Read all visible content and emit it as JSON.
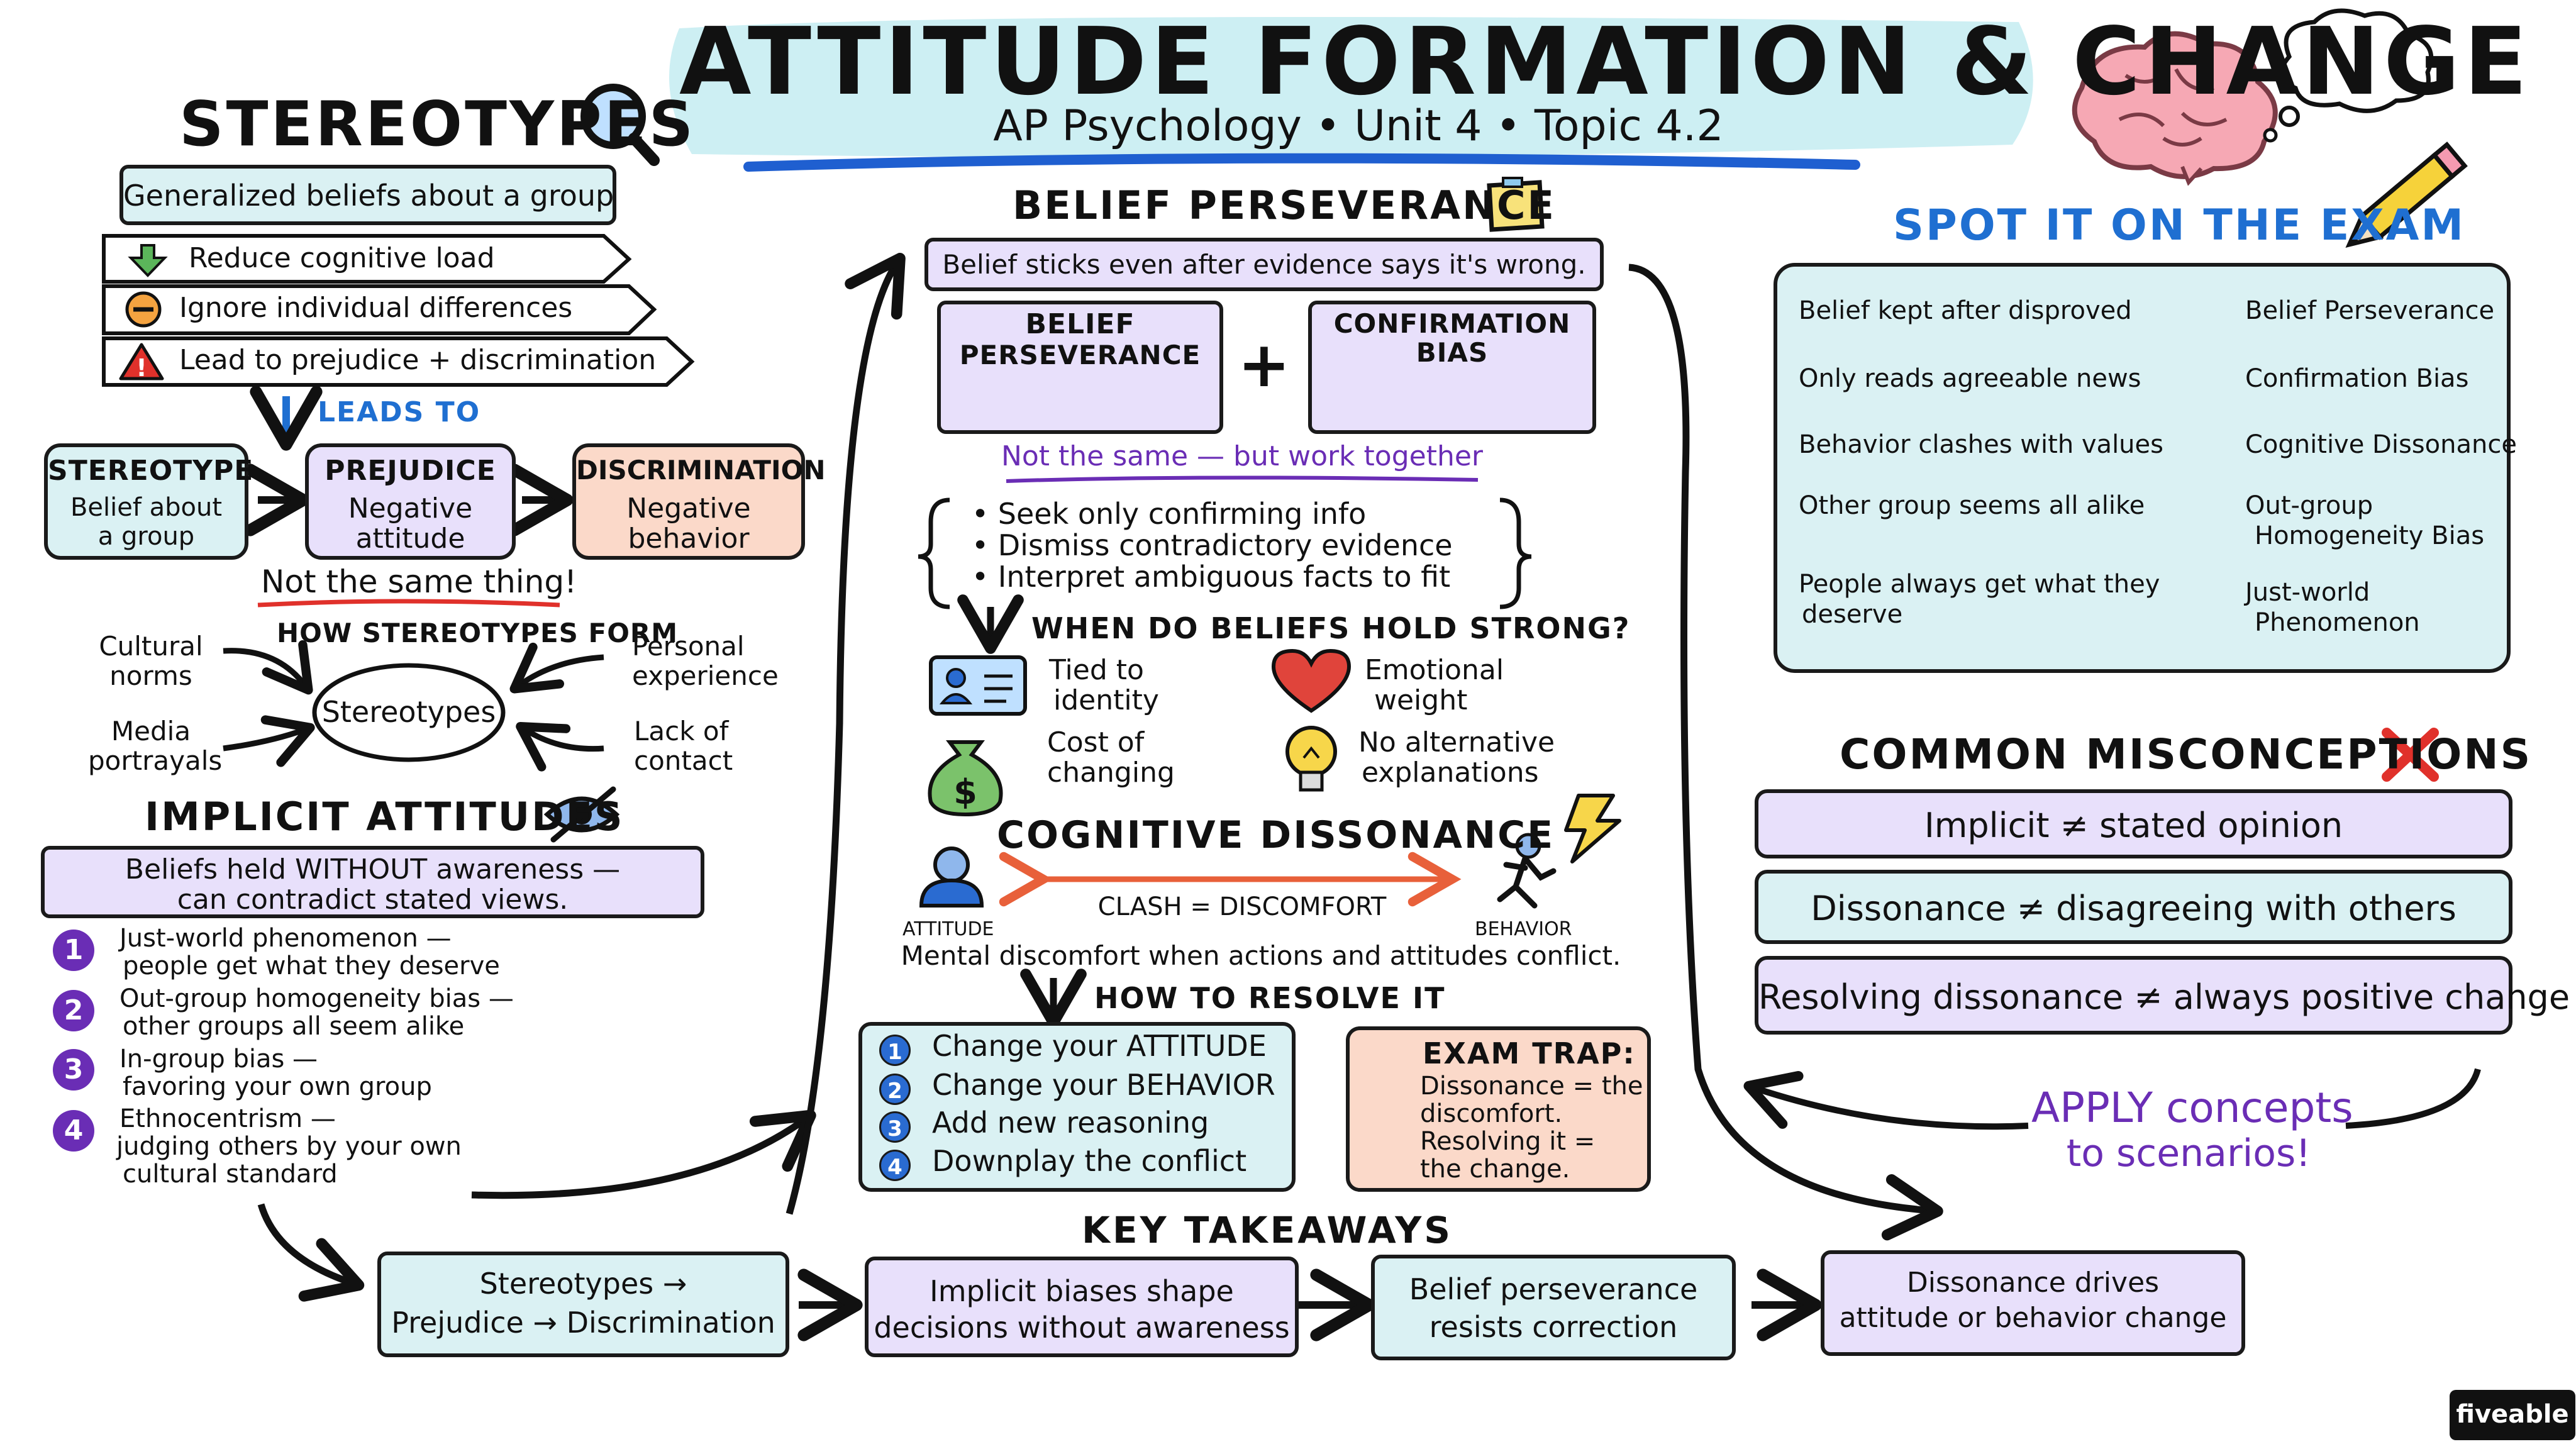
{
  "header": {
    "title": "ATTITUDE FORMATION & CHANGE",
    "subtitle": "AP Psychology • Unit 4 • Topic 4.2"
  },
  "stereotypes": {
    "heading": "STEREOTYPES",
    "definition": "Generalized beliefs about a group",
    "effects": [
      "Reduce cognitive load",
      "Ignore individual differences",
      "Lead to prejudice + discrimination"
    ],
    "leads_to": "LEADS TO",
    "chain": [
      {
        "title": "STEREOTYPE",
        "line1": "Belief about",
        "line2": "a group"
      },
      {
        "title": "PREJUDICE",
        "line1": "Negative",
        "line2": "attitude"
      },
      {
        "title": "DISCRIMINATION",
        "line1": "Negative",
        "line2": "behavior"
      }
    ],
    "not_same": "Not the same thing!",
    "how_form_heading": "HOW STEREOTYPES FORM",
    "center_label": "Stereotypes",
    "sources": {
      "cultural": [
        "Cultural",
        "norms"
      ],
      "personal": [
        "Personal",
        "experience"
      ],
      "media": [
        "Media",
        "portrayals"
      ],
      "contact": [
        "Lack of",
        "contact"
      ]
    }
  },
  "implicit": {
    "heading": "IMPLICIT ATTITUDES",
    "definition_line1": "Beliefs held WITHOUT awareness —",
    "definition_line2": "can contradict stated views.",
    "items": [
      {
        "num": "1",
        "line1": "Just-world phenomenon —",
        "line2": "people get what they deserve"
      },
      {
        "num": "2",
        "line1": "Out-group homogeneity bias —",
        "line2": "other groups all seem alike"
      },
      {
        "num": "3",
        "line1": "In-group bias —",
        "line2": "favoring your own group"
      },
      {
        "num": "4",
        "line1": "Ethnocentrism —",
        "line2": "judging others by your own",
        "line3": "cultural standard"
      }
    ]
  },
  "belief": {
    "heading": "BELIEF PERSEVERANCE",
    "definition": "Belief sticks even after evidence says it's wrong.",
    "box1_line1": "BELIEF",
    "box1_line2": "PERSEVERANCE",
    "plus": "+",
    "box2_line1": "CONFIRMATION",
    "box2_line2": "BIAS",
    "together": "Not the same — but work together",
    "bullets": [
      "Seek only confirming info",
      "Dismiss contradictory evidence",
      "Interpret ambiguous facts to fit"
    ],
    "strong_heading": "WHEN DO BELIEFS HOLD STRONG?",
    "factors": {
      "identity": [
        "Tied to",
        "identity"
      ],
      "emotional": [
        "Emotional",
        "weight"
      ],
      "cost": [
        "Cost of",
        "changing"
      ],
      "alternative": [
        "No alternative",
        "explanations"
      ]
    }
  },
  "dissonance": {
    "heading": "COGNITIVE DISSONANCE",
    "attitude_label": "ATTITUDE",
    "behavior_label": "BEHAVIOR",
    "clash": "CLASH = DISCOMFORT",
    "definition": "Mental discomfort when actions and attitudes conflict.",
    "resolve_heading": "HOW TO RESOLVE IT",
    "resolve_steps": [
      {
        "num": "1",
        "text": "Change your ATTITUDE"
      },
      {
        "num": "2",
        "text": "Change your BEHAVIOR"
      },
      {
        "num": "3",
        "text": "Add new reasoning"
      },
      {
        "num": "4",
        "text": "Downplay the conflict"
      }
    ],
    "trap_title": "EXAM TRAP:",
    "trap_lines": [
      "Dissonance = the",
      "discomfort.",
      "Resolving it =",
      "the change."
    ]
  },
  "spot": {
    "heading": "SPOT IT ON THE EXAM",
    "rows": [
      {
        "clue": "Belief kept after disproved",
        "answer": "Belief Perseverance"
      },
      {
        "clue": "Only reads agreeable news",
        "answer": "Confirmation Bias"
      },
      {
        "clue": "Behavior clashes with values",
        "answer": "Cognitive Dissonance"
      },
      {
        "clue": "Other group seems all alike",
        "answer": "Out-group",
        "answer2": "Homogeneity Bias"
      },
      {
        "clue": "People always get what they",
        "clue2": "deserve",
        "answer": "Just-world",
        "answer2": "Phenomenon"
      }
    ],
    "arrow": "→"
  },
  "misconceptions": {
    "heading": "COMMON MISCONCEPTIONS",
    "items": [
      "Implicit ≠ stated opinion",
      "Dissonance ≠ disagreeing with others",
      "Resolving dissonance ≠ always positive change"
    ]
  },
  "apply": {
    "line1": "APPLY concepts",
    "line2": "to scenarios!"
  },
  "takeaways": {
    "heading": "KEY TAKEAWAYS",
    "items": [
      {
        "line1": "Stereotypes →",
        "line2": "Prejudice → Discrimination"
      },
      {
        "line1": "Implicit biases shape",
        "line2": "decisions without awareness"
      },
      {
        "line1": "Belief perseverance",
        "line2": "resists correction"
      },
      {
        "line1": "Dissonance drives",
        "line2": "attitude or behavior change"
      }
    ]
  },
  "brand": {
    "name": "fiveable"
  },
  "colors": {
    "title_band": "#cdeff3",
    "purple": "#6a2db5",
    "blue": "#1f6fd1",
    "lavender": "#e8e0fb",
    "aqua": "#daf1f3",
    "peach": "#fbd9c9",
    "red": "#e0312b"
  }
}
